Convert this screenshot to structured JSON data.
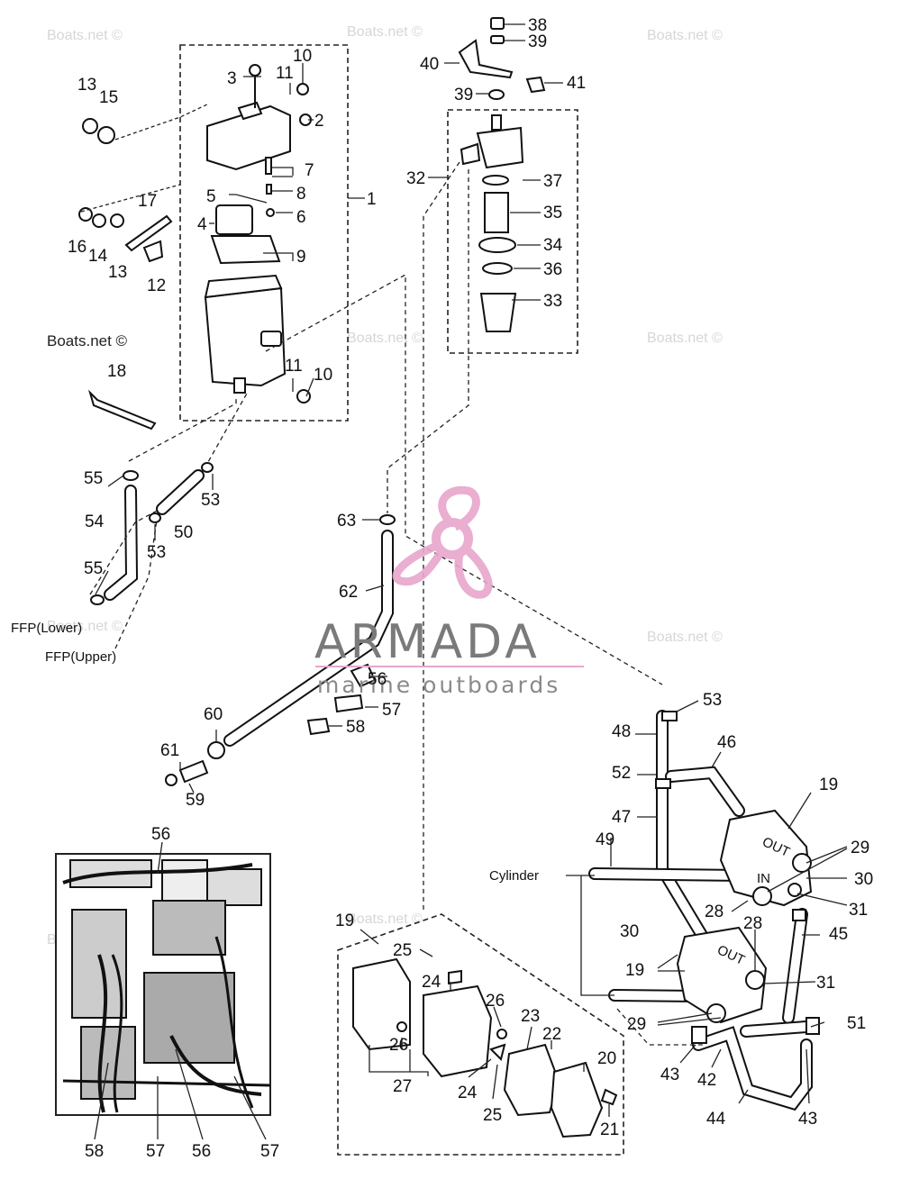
{
  "watermarks": {
    "site": "Boats.net ©"
  },
  "brand": {
    "name": "ARMADA",
    "tagline": "marine outboards",
    "logo_color": "#e7a6cc",
    "line_color": "#e7a6cc"
  },
  "side_labels": {
    "ffp_lower": "FFP(Lower)",
    "ffp_upper": "FFP(Upper)",
    "cylinder": "Cylinder"
  },
  "callouts": {
    "c1": "1",
    "c2": "2",
    "c3": "3",
    "c4": "4",
    "c5": "5",
    "c6": "6",
    "c7": "7",
    "c8": "8",
    "c9": "9",
    "c10a": "10",
    "c10b": "10",
    "c11a": "11",
    "c11b": "11",
    "c12": "12",
    "c13a": "13",
    "c13b": "13",
    "c14": "14",
    "c15": "15",
    "c16": "16",
    "c17": "17",
    "c18": "18",
    "c19a": "19",
    "c19b": "19",
    "c19c": "19",
    "c20": "20",
    "c21": "21",
    "c22": "22",
    "c23": "23",
    "c24a": "24",
    "c24b": "24",
    "c25a": "25",
    "c25b": "25",
    "c26a": "26",
    "c26b": "26",
    "c27": "27",
    "c28a": "28",
    "c28b": "28",
    "c29a": "29",
    "c29b": "29",
    "c30a": "30",
    "c30b": "30",
    "c31a": "31",
    "c31b": "31",
    "c32": "32",
    "c33": "33",
    "c34": "34",
    "c35": "35",
    "c36": "36",
    "c37": "37",
    "c38": "38",
    "c39a": "39",
    "c39b": "39",
    "c40": "40",
    "c41": "41",
    "c42": "42",
    "c43a": "43",
    "c43b": "43",
    "c44": "44",
    "c45": "45",
    "c46": "46",
    "c47": "47",
    "c48": "48",
    "c49": "49",
    "c50": "50",
    "c51": "51",
    "c52": "52",
    "c53a": "53",
    "c53b": "53",
    "c53c": "53",
    "c54": "54",
    "c55a": "55",
    "c55b": "55",
    "c56a": "56",
    "c56b": "56",
    "c56c": "56",
    "c57a": "57",
    "c57b": "57",
    "c57c": "57",
    "c58a": "58",
    "c58b": "58",
    "c59": "59",
    "c60": "60",
    "c61": "61",
    "c62": "62",
    "c63": "63"
  },
  "pump_marks": {
    "out_upper": "OUT",
    "in_upper": "IN",
    "out_lower": "OUT"
  }
}
